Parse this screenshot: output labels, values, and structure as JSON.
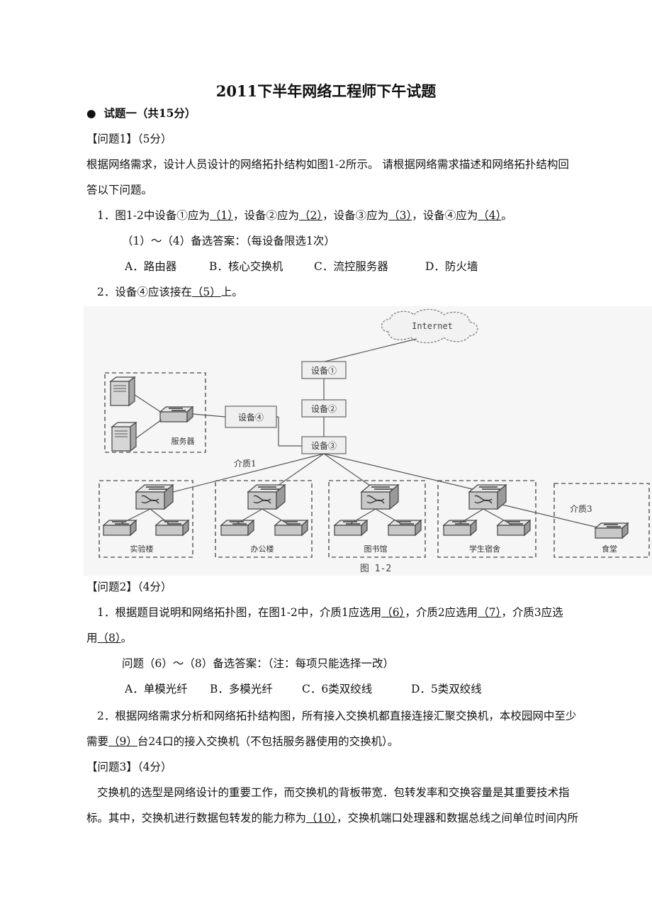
{
  "title": "2011下半年网络工程师下午试题",
  "section": {
    "bullet": "●",
    "label": "试题一（共15分）"
  },
  "q1": {
    "header": "【问题1】（5分）",
    "intro_line1": "根据网络需求，设计人员设计的网络拓扑结构如图1-2所示。 请根据网络需求描述和网络拓扑结构回",
    "intro_line2": "答以下问题。",
    "item1": {
      "p1": "1．图1-2中设备①应为",
      "b1": "（1）",
      "p2": "，设备②应为",
      "b2": "（2）",
      "p3": "，设备③应为",
      "b3": "（3）",
      "p4": "，设备④应为",
      "b4": "（4）",
      "p5": "。"
    },
    "options_note": "（1）～（4）备选答案：（每设备限选1次）",
    "options": [
      "A．路由器",
      "B．核心交换机",
      "C．流控服务器",
      "D．防火墙"
    ],
    "item2": {
      "p1": "2．设备④应该接在",
      "b1": "（5）",
      "p2": "上。"
    }
  },
  "figure": {
    "internet": "Internet",
    "device1": "设备①",
    "device2": "设备②",
    "device3": "设备③",
    "device4": "设备④",
    "servers": "服务器",
    "medium1": "介质1",
    "medium3": "介质3",
    "groups": [
      "实验楼",
      "办公楼",
      "图书馆",
      "学生宿舍",
      "食堂"
    ],
    "caption": "图 1-2"
  },
  "q2": {
    "header": "【问题2】（4分）",
    "item1": {
      "p1": "1．根据题目说明和网络拓扑图，在图1-2中，介质1应选用",
      "b1": "（6）",
      "p2": "，介质2应选用",
      "b2": "（7）",
      "p3": "，介质3应选",
      "p4": "用",
      "b3": "（8）",
      "p5": "。"
    },
    "options_note": "问题（6）～（8）备选答案：（注：每项只能选择一改）",
    "options": [
      "A．单模光纤",
      "B．多模光纤",
      "C．6类双绞线",
      "D．5类双绞线"
    ],
    "item2": {
      "line1": "2．根据网络需求分析和网络拓扑结构图，所有接入交换机都直接连接汇聚交换机，本校园网中至少",
      "p1": "需要",
      "b1": "（9）",
      "p2": "台24口的接入交换机（不包括服务器使用的交换机）。"
    }
  },
  "q3": {
    "header": "【问题3】（4分）",
    "line1": "交换机的选型是网络设计的重要工作，而交换机的背板带宽．包转发率和交换容量是其重要技术指",
    "p1": "标。其中，交换机进行数据包转发的能力称为",
    "b1": "（10）",
    "p2": "，交换机端口处理器和数据总线之间单位时间内所"
  }
}
